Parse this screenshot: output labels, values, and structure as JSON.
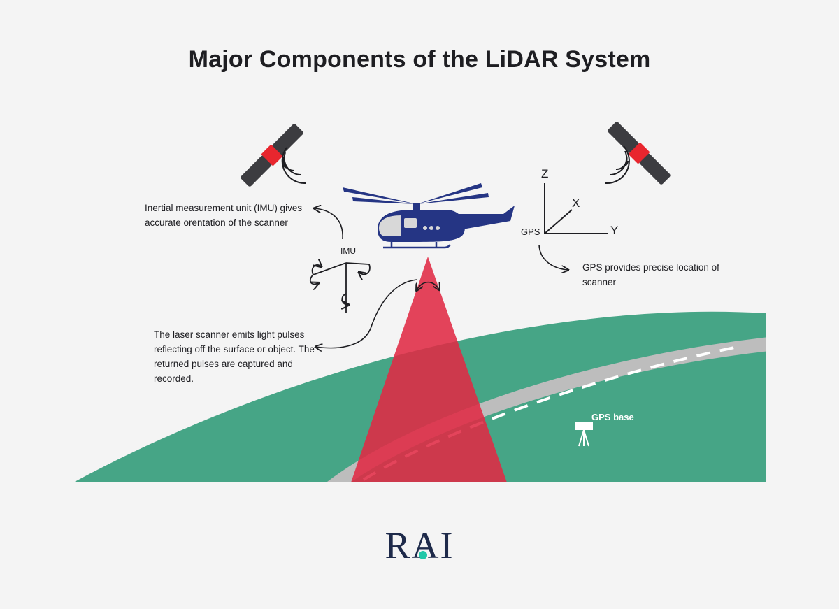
{
  "title": "Major Components of the LiDAR System",
  "annotations": {
    "imu_description": "Inertial measurement unit (IMU) gives accurate orentation of the scanner",
    "gps_description": "GPS provides precise location of scanner",
    "laser_description": "The laser scanner emits light pulses reflecting off the surface or object. The returned pulses are captured and recorded."
  },
  "labels": {
    "imu": "IMU",
    "gps": "GPS",
    "axis_z": "Z",
    "axis_x": "X",
    "axis_y": "Y",
    "gps_base": "GPS base"
  },
  "logo": "RAI",
  "colors": {
    "terrain": "#46a586",
    "laser_beam": "#e02a44",
    "road": "#bdbdbd",
    "helicopter": "#253584",
    "satellite_body": "#3c3c40",
    "satellite_core": "#e8262e",
    "logo_accent": "#21c7a8",
    "background": "#f4f4f4"
  }
}
